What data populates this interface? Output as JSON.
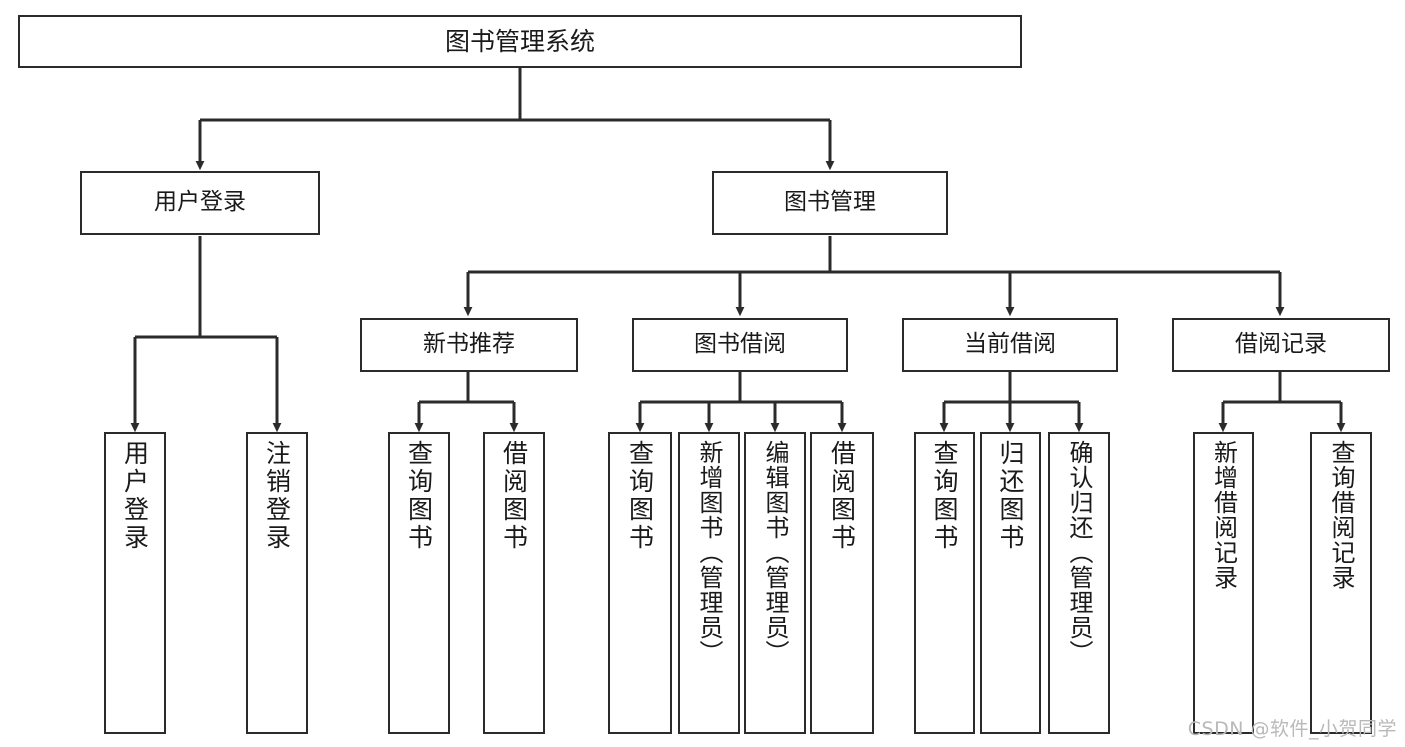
{
  "diagram": {
    "type": "tree-hierarchy-chart",
    "title": "图书管理系统",
    "background_color": "#ffffff",
    "line_color": "#2b2b2b",
    "text_color": "#1a1a1a",
    "root": {
      "id": "root",
      "label": "图书管理系统"
    },
    "level1": [
      {
        "id": "user-login",
        "label": "用户登录"
      },
      {
        "id": "book-manage",
        "label": "图书管理"
      }
    ],
    "level2": [
      {
        "id": "new-book-rec",
        "label": "新书推荐",
        "parent": "book-manage"
      },
      {
        "id": "book-borrow",
        "label": "图书借阅",
        "parent": "book-manage"
      },
      {
        "id": "current-borrow",
        "label": "当前借阅",
        "parent": "book-manage"
      },
      {
        "id": "borrow-record",
        "label": "借阅记录",
        "parent": "book-manage"
      }
    ],
    "leaves": [
      {
        "id": "leaf-user-login",
        "label": "用户登录",
        "parent": "user-login"
      },
      {
        "id": "leaf-logout",
        "label": "注销登录",
        "parent": "user-login"
      },
      {
        "id": "leaf-query-book-1",
        "label": "查询图书",
        "parent": "new-book-rec"
      },
      {
        "id": "leaf-borrow-book-1",
        "label": "借阅图书",
        "parent": "new-book-rec"
      },
      {
        "id": "leaf-query-book-2",
        "label": "查询图书",
        "parent": "book-borrow"
      },
      {
        "id": "leaf-add-book",
        "label": "新增图书（管理员）",
        "parent": "book-borrow"
      },
      {
        "id": "leaf-edit-book",
        "label": "编辑图书（管理员）",
        "parent": "book-borrow"
      },
      {
        "id": "leaf-borrow-book-2",
        "label": "借阅图书",
        "parent": "book-borrow"
      },
      {
        "id": "leaf-query-book-3",
        "label": "查询图书",
        "parent": "current-borrow"
      },
      {
        "id": "leaf-return-book",
        "label": "归还图书",
        "parent": "current-borrow"
      },
      {
        "id": "leaf-confirm-return",
        "label": "确认归还（管理员）",
        "parent": "current-borrow"
      },
      {
        "id": "leaf-add-record",
        "label": "新增借阅记录",
        "parent": "borrow-record"
      },
      {
        "id": "leaf-query-record",
        "label": "查询借阅记录",
        "parent": "borrow-record"
      }
    ]
  },
  "watermark": {
    "text": "CSDN @软件_小贺同学"
  }
}
